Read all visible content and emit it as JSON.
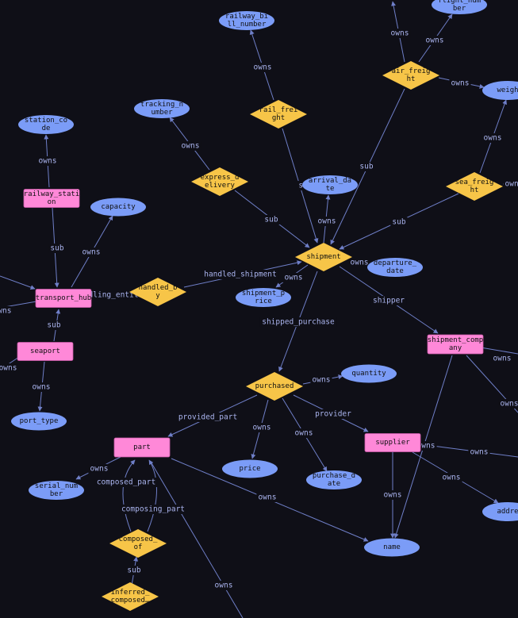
{
  "colors": {
    "background": "#0f0f17",
    "entity": "#ff88d8",
    "relation": "#f7c548",
    "attribute": "#7b9cf7",
    "edge": "#6f7fc8"
  },
  "nodes": {
    "railway_bill_number": [
      "railway_bi",
      "ll_number"
    ],
    "flight_number": [
      "flight_num",
      "ber"
    ],
    "air_freight": [
      "air_freig",
      "ht"
    ],
    "weight": [
      "weigh"
    ],
    "rail_freight": [
      "rail_frei",
      "ght"
    ],
    "tracking_number": [
      "tracking_n",
      "umber"
    ],
    "station_code": [
      "station_co",
      "de"
    ],
    "express_delivery": [
      "express_d",
      "elivery"
    ],
    "arrival_date": [
      "arrival_da",
      "te"
    ],
    "sea_freight": [
      "sea_freig",
      "ht"
    ],
    "railway_station": [
      "railway_stati",
      "on"
    ],
    "capacity": [
      "capacity"
    ],
    "shipment": [
      "shipment"
    ],
    "departure_date": [
      "departure_",
      "date"
    ],
    "transport_hub": [
      "transport_hub"
    ],
    "handled_by": [
      "handled_b",
      "y"
    ],
    "shipment_price": [
      "shipment_p",
      "rice"
    ],
    "seaport": [
      "seaport"
    ],
    "shipment_company": [
      "shipment_comp",
      "any"
    ],
    "quantity": [
      "quantity"
    ],
    "purchased": [
      "purchased"
    ],
    "port_type": [
      "port_type"
    ],
    "supplier": [
      "supplier"
    ],
    "part": [
      "part"
    ],
    "price": [
      "price"
    ],
    "purchase_date": [
      "purchase_d",
      "ate"
    ],
    "serial_number": [
      "serial_num",
      "ber"
    ],
    "address": [
      "addre"
    ],
    "composed_of": [
      "composed_",
      "of"
    ],
    "name": [
      "name"
    ],
    "inferred_composed": [
      "inferred_",
      "composed…"
    ]
  },
  "edge_labels": {
    "owns": "owns",
    "sub": "sub",
    "handled_shipment": "handled_shipment",
    "handling_entity": "dling_entit",
    "shipper": "shipper",
    "shipped_purchase": "shipped_purchase",
    "provided_part": "provided_part",
    "provider": "provider",
    "composed_part": "composed_part",
    "composing_part": "composing_part"
  }
}
